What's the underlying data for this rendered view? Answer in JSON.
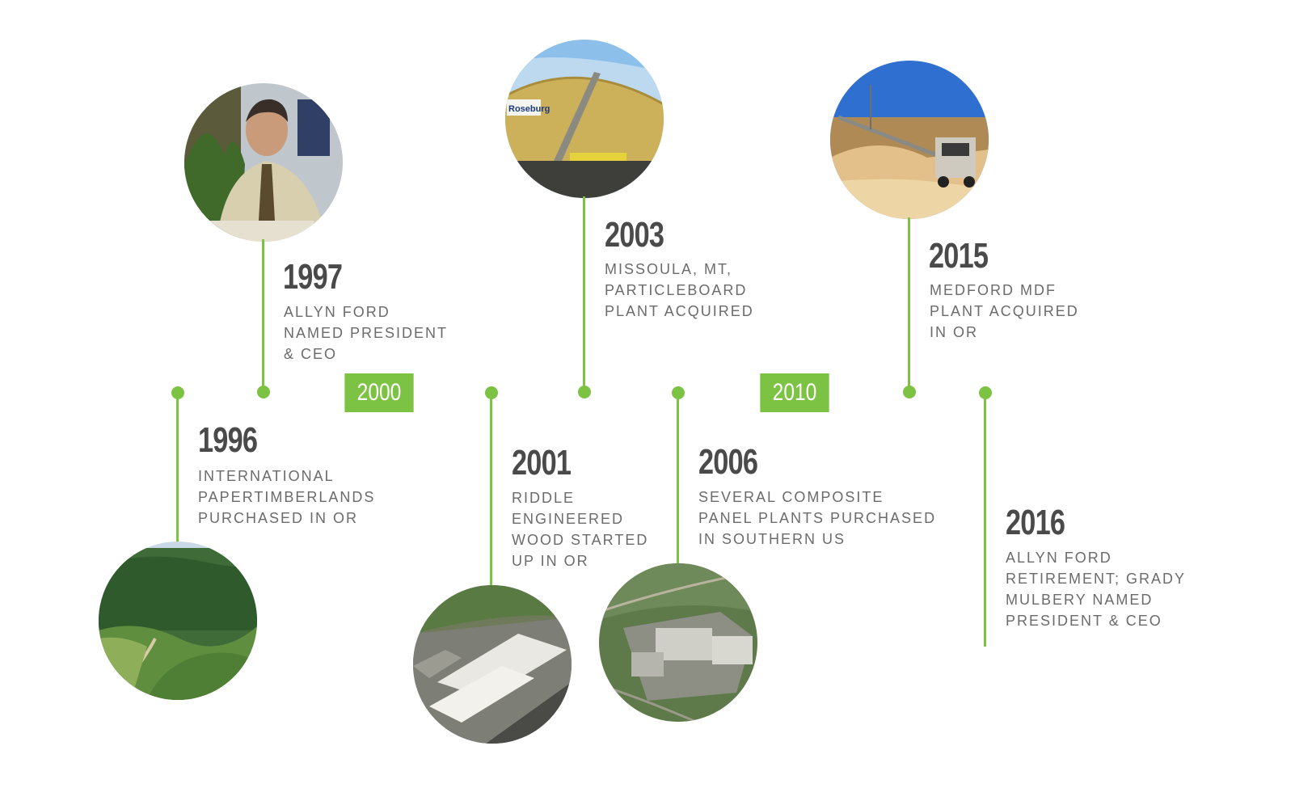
{
  "accent_color": "#7cc243",
  "decades": [
    {
      "label": "2000"
    },
    {
      "label": "2010"
    }
  ],
  "events": [
    {
      "year": "1996",
      "lines": [
        "International",
        "PaperTimberlands",
        "purchased in OR"
      ],
      "photo": "forest-hillside-photo"
    },
    {
      "year": "1997",
      "lines": [
        "Allyn Ford",
        "named President",
        "& CEO"
      ],
      "photo": "portrait-photo"
    },
    {
      "year": "2001",
      "lines": [
        "Riddle",
        "Engineered",
        "Wood started",
        "up in OR"
      ],
      "photo": "aerial-factory-photo"
    },
    {
      "year": "2003",
      "lines": [
        "Missoula, MT,",
        "Particleboard",
        "plant acquired"
      ],
      "photo": "roseburg-building-photo",
      "sign": "Roseburg"
    },
    {
      "year": "2006",
      "lines": [
        "Several composite",
        "panel plants purchased",
        "in Southern US"
      ],
      "photo": "aerial-plant-photo"
    },
    {
      "year": "2015",
      "lines": [
        "Medford MDF",
        "plant acquired",
        "in OR"
      ],
      "photo": "conveyor-truck-photo"
    },
    {
      "year": "2016",
      "lines": [
        "Allyn Ford",
        "retirement; Grady",
        "Mulbery named",
        "President & CEO"
      ]
    }
  ]
}
